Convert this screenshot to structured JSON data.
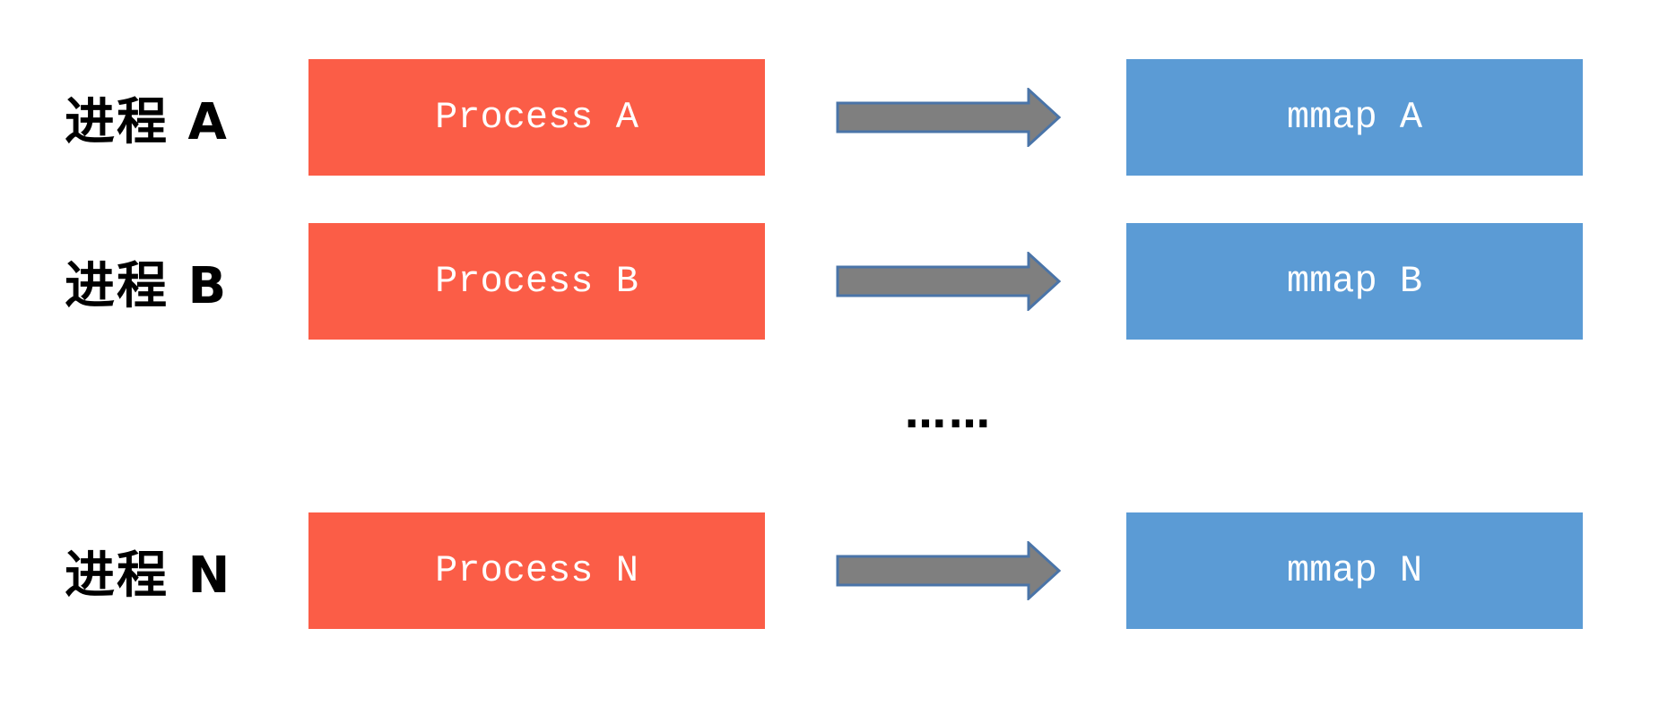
{
  "diagram": {
    "rows": [
      {
        "label": "进程 A",
        "process_label": "Process A",
        "mmap_label": "mmap A"
      },
      {
        "label": "进程 B",
        "process_label": "Process B",
        "mmap_label": "mmap B"
      },
      {
        "label": "进程 N",
        "process_label": "Process N",
        "mmap_label": "mmap N"
      }
    ],
    "ellipsis": "……",
    "colors": {
      "background": "#FFFFFF",
      "process_box": "#FB5D47",
      "mmap_box": "#5B9BD5",
      "arrow_fill": "#7F7F7F",
      "arrow_border": "#4A74A8",
      "label_text": "#000000",
      "box_text": "#FFFFFF"
    }
  }
}
